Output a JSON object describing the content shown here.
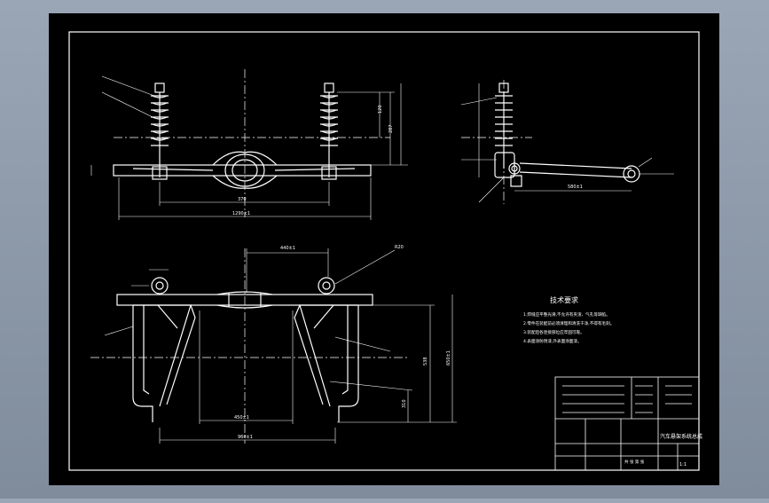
{
  "notes": {
    "title": "技术要求",
    "items": [
      "1.焊缝应平整光滑,不允许有夹渣、气孔等缺陷。",
      "2.零件在装配前必须清理和清洗干净,不得有毛刺。",
      "3.装配后各连接部位应牢固可靠。",
      "4.表面涂防锈漆,外表面涂面漆。"
    ]
  },
  "title_block": {
    "drawing_name": "汽车悬架系统总成",
    "scale": "1:1",
    "sheet_label": "共 张 第 张"
  },
  "dims": {
    "front_span": "370",
    "front_total": "1290±1",
    "right_len": "580±1",
    "side_dim_a": "440±1",
    "bottom_width": "450±1",
    "bottom_total": "960±1",
    "height_a": "538",
    "height_b": "650±1",
    "right_small": "310",
    "top_small": "120",
    "total_h": "287",
    "r_dim": "R20"
  },
  "colors": {
    "background": "#000000",
    "line": "#ffffff"
  }
}
